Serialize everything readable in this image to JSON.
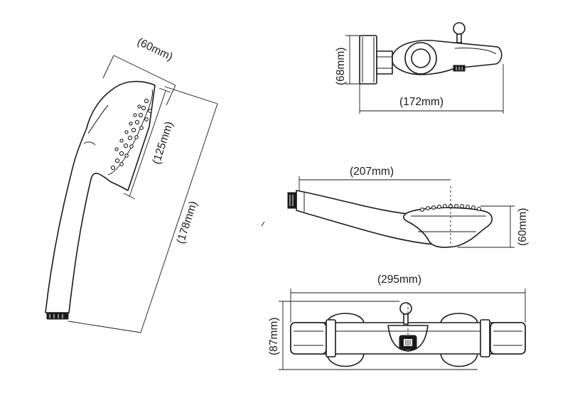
{
  "dimensions": {
    "handset_head_width": "(60mm)",
    "handset_face_length": "(125mm)",
    "handset_length": "(178mm)",
    "bracket_height": "(68mm)",
    "bracket_length": "(172mm)",
    "side_view_length": "(207mm)",
    "side_view_height": "(60mm)",
    "bar_length": "(295mm)",
    "bar_height": "(87mm)"
  }
}
